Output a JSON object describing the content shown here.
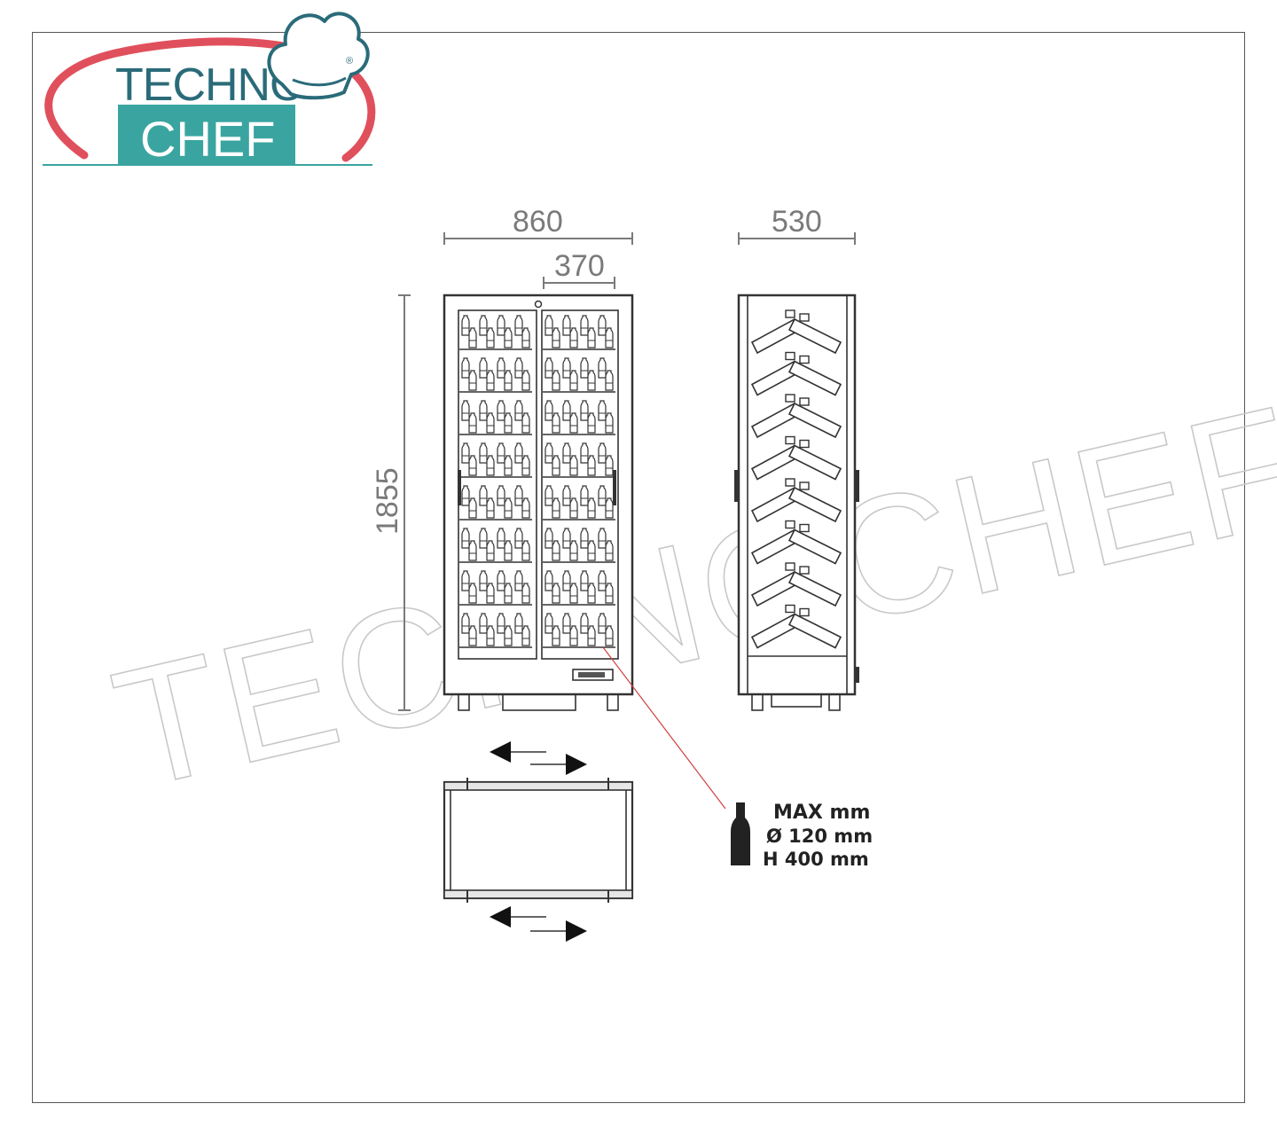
{
  "logo": {
    "line1": "TECHNO",
    "line2": "CHEF",
    "registered": "®",
    "colors": {
      "arc": "#e0505c",
      "band": "#3aa5a0",
      "text_dark": "#2a6b79",
      "text_light": "#ffffff"
    }
  },
  "watermark": "TECHNOCHEF.IT",
  "dimensions": {
    "width": "860",
    "door_width": "370",
    "depth": "530",
    "height": "1855"
  },
  "bottle_spec": {
    "line1": "MAX mm",
    "line2": "Ø 120 mm",
    "line3": "H 400 mm"
  },
  "icons": [
    "chef-hat-icon",
    "bottle-icon",
    "arrow-left-icon",
    "arrow-right-icon"
  ],
  "colors": {
    "line": "#333333",
    "dimension": "#7a7a7a",
    "leader": "#d04040"
  }
}
